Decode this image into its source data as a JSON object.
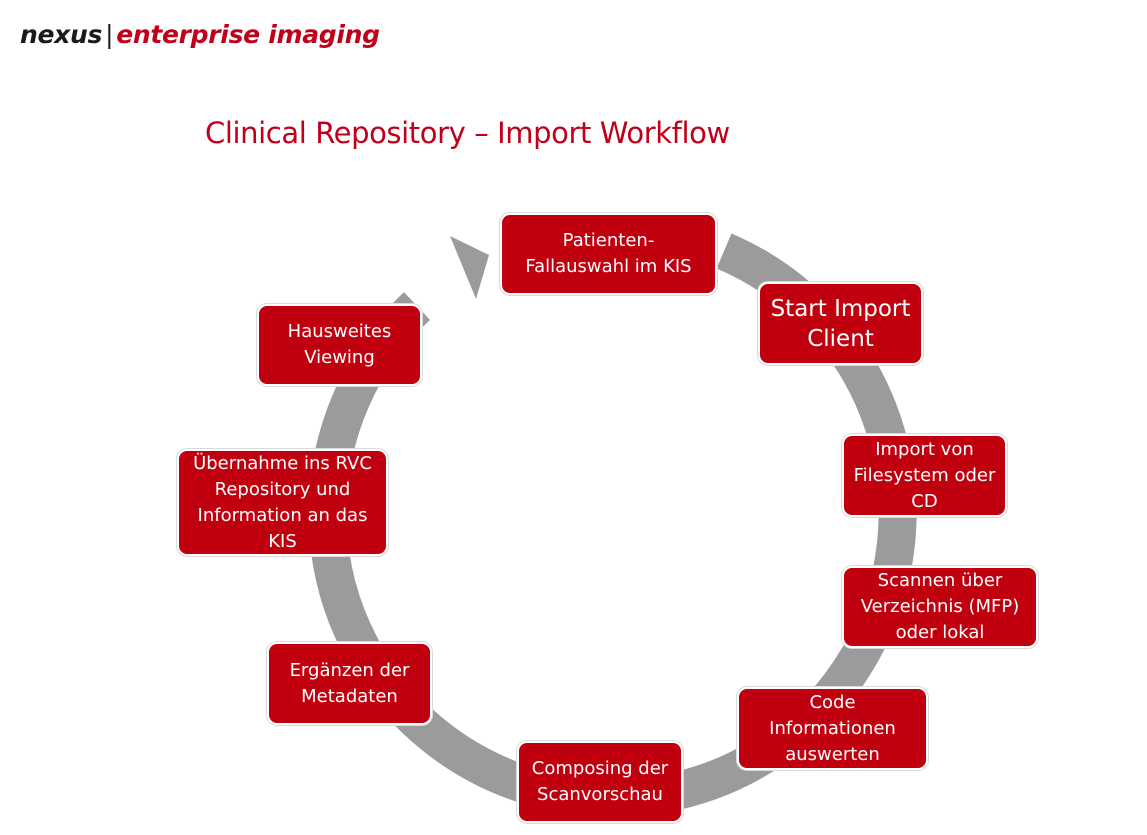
{
  "header": {
    "brand": "nexus",
    "separator": "|",
    "tagline": "enterprise imaging"
  },
  "title": "Clinical Repository – Import Workflow",
  "colors": {
    "accent": "#c0001a",
    "box_fill": "#c0000f",
    "ring": "#9b9b9b"
  },
  "steps": [
    {
      "label": "Patienten-\nFallauswahl im KIS"
    },
    {
      "label": "Start Import\nClient"
    },
    {
      "label": "Import von\nFilesystem oder\nCD"
    },
    {
      "label": "Scannen über\nVerzeichnis (MFP)\noder lokal"
    },
    {
      "label": "Code\nInformationen\nauswerten"
    },
    {
      "label": "Composing der\nScanvorschau"
    },
    {
      "label": "Ergänzen der\nMetadaten"
    },
    {
      "label": "Übernahme ins RVC\nRepository und\nInformation an das\nKIS"
    },
    {
      "label": "Hausweites\nViewing"
    }
  ]
}
